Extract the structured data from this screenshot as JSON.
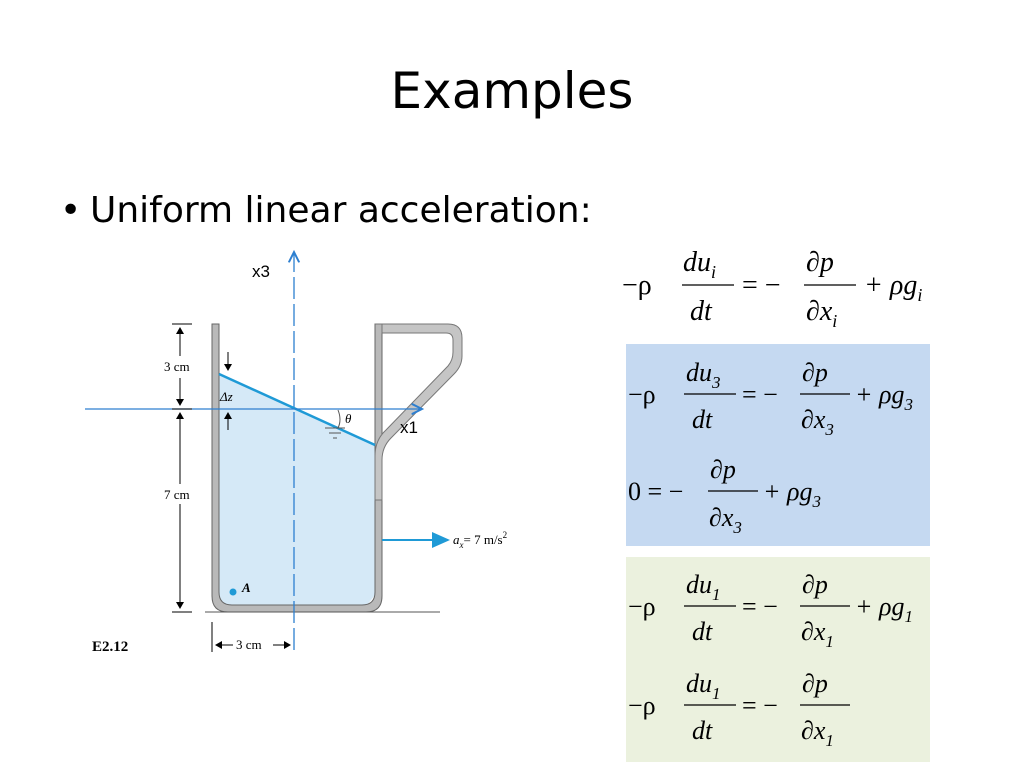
{
  "slide": {
    "title": "Examples",
    "bullet_text": "Uniform linear acceleration:"
  },
  "figure": {
    "label_x3": "x3",
    "label_x1": "x1",
    "label_3cm_top": "3 cm",
    "label_7cm": "7 cm",
    "label_3cm_bottom": "3 cm",
    "label_dz": "Δz",
    "label_theta": "θ",
    "label_A": "A",
    "label_ax": "a",
    "label_ax_sub": "x",
    "label_ax_value": "= 7 m/s",
    "label_ax_sup": "2",
    "fig_id": "E2.12",
    "colors": {
      "water": "#d5e9f7",
      "surface_line": "#1f9ad6",
      "axis_line": "#2d7fd0",
      "mug": "#b9b9b9"
    }
  },
  "equations": {
    "eq1": {
      "lhs": "−ρ",
      "num": "du",
      "num_sub": "i",
      "den": "dt",
      "eq": "= −",
      "pnum": "∂p",
      "pden": "∂x",
      "pden_sub": "i",
      "tail": "+ ρg",
      "tail_sub": "i"
    },
    "eq2": {
      "lhs": "−ρ",
      "num": "du",
      "num_sub": "3",
      "den": "dt",
      "eq": "= −",
      "pnum": "∂p",
      "pden": "∂x",
      "pden_sub": "3",
      "tail": "+ ρg",
      "tail_sub": "3"
    },
    "eq3": {
      "lhs": "0 = −",
      "pnum": "∂p",
      "pden": "∂x",
      "pden_sub": "3",
      "tail": "+ ρg",
      "tail_sub": "3"
    },
    "eq4": {
      "lhs": "−ρ",
      "num": "du",
      "num_sub": "1",
      "den": "dt",
      "eq": "= −",
      "pnum": "∂p",
      "pden": "∂x",
      "pden_sub": "1",
      "tail": "+ ρg",
      "tail_sub": "1"
    },
    "eq5": {
      "lhs": "−ρ",
      "num": "du",
      "num_sub": "1",
      "den": "dt",
      "eq": "= −",
      "pnum": "∂p",
      "pden": "∂x",
      "pden_sub": "1"
    }
  }
}
